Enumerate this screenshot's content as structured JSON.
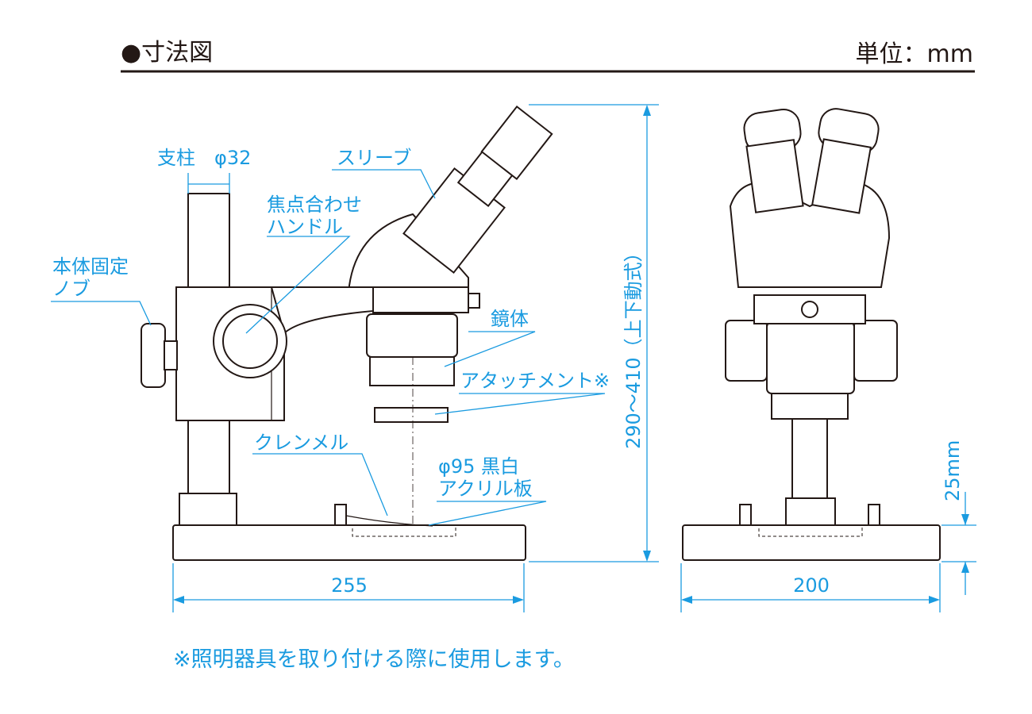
{
  "header": {
    "title": "●寸法図",
    "unit": "単位：mm"
  },
  "labels": {
    "pillar": "支柱　φ32",
    "sleeve": "スリーブ",
    "focus_handle_1": "焦点合わせ",
    "focus_handle_2": "ハンドル",
    "body_knob_1": "本体固定",
    "body_knob_2": "ノブ",
    "scope_body": "鏡体",
    "attachment": "アタッチメント※",
    "clamp": "クレンメル",
    "plate_1": "φ95 黒白",
    "plate_2": "アクリル板",
    "height": "290〜410（上下動式）",
    "width_side": "255",
    "width_front": "200",
    "base_height": "25mm"
  },
  "footnote": "※照明器具を取り付ける際に使用します。",
  "colors": {
    "dimension": "#1a9be0",
    "line": "#231815"
  }
}
